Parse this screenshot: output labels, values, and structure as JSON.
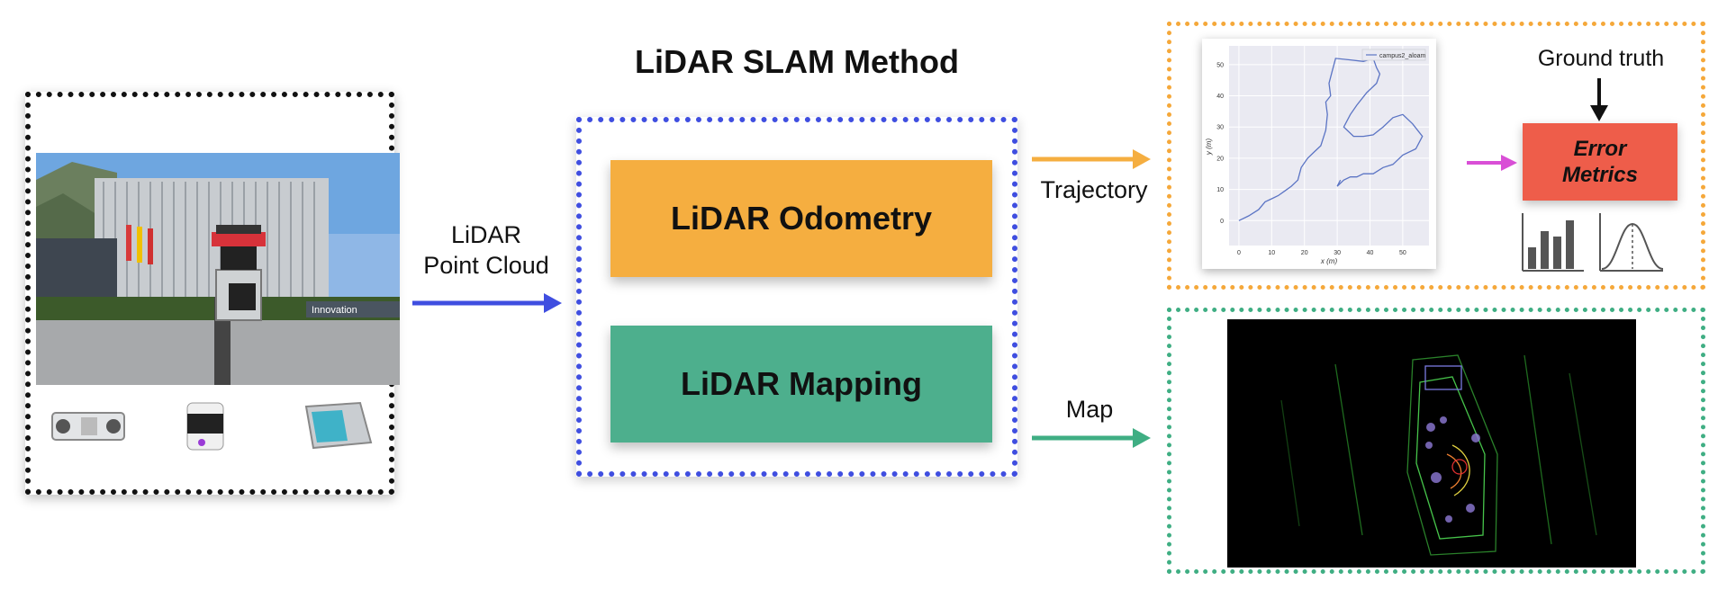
{
  "title": "LiDAR SLAM Method",
  "input": {
    "label_line1": "LiDAR",
    "label_line2": "Point Cloud",
    "banner_text": "Innovation"
  },
  "modules": {
    "odometry": "LiDAR Odometry",
    "mapping": "LiDAR Mapping"
  },
  "outputs": {
    "trajectory": "Trajectory",
    "map": "Map"
  },
  "evaluation": {
    "ground_truth": "Ground truth",
    "error_line1": "Error",
    "error_line2": "Metrics"
  },
  "colors": {
    "input_arrow": "#3f4ee0",
    "trajectory_arrow": "#f5ae40",
    "map_arrow": "#3fae83",
    "gt_arrow": "#111111",
    "metric_arrow": "#d94fd6",
    "odometry_fill": "#f5ae40",
    "mapping_fill": "#4daf8d",
    "error_fill": "#ee5d4a"
  },
  "chart_data": {
    "type": "line",
    "legend": "campus2_aloam",
    "legend_position": "top-right",
    "xlabel": "x (m)",
    "ylabel": "y (m)",
    "xlim": [
      -3,
      58
    ],
    "ylim": [
      -8,
      56
    ],
    "xticks": [
      "0",
      "10",
      "20",
      "30",
      "40",
      "50"
    ],
    "yticks": [
      "0",
      "10",
      "20",
      "30",
      "40",
      "50"
    ],
    "grid": true,
    "series": [
      {
        "name": "campus2_aloam",
        "points": [
          [
            0,
            0
          ],
          [
            3,
            1.5
          ],
          [
            6,
            3.5
          ],
          [
            8,
            6
          ],
          [
            10,
            7
          ],
          [
            12,
            8
          ],
          [
            14,
            9.5
          ],
          [
            16,
            11
          ],
          [
            18,
            13
          ],
          [
            19,
            17
          ],
          [
            21,
            20
          ],
          [
            23,
            22
          ],
          [
            25,
            24
          ],
          [
            26.5,
            29
          ],
          [
            27,
            34
          ],
          [
            26.5,
            38
          ],
          [
            28,
            40
          ],
          [
            27.5,
            44
          ],
          [
            28.5,
            48
          ],
          [
            29.5,
            52
          ],
          [
            34,
            51.5
          ],
          [
            38,
            51
          ],
          [
            41,
            52
          ],
          [
            42,
            49
          ],
          [
            43,
            47
          ],
          [
            42,
            44
          ],
          [
            39,
            41
          ],
          [
            36,
            37
          ],
          [
            34,
            34
          ],
          [
            32,
            30
          ],
          [
            35,
            27
          ],
          [
            38,
            27
          ],
          [
            41,
            27.5
          ],
          [
            44,
            30
          ],
          [
            47,
            33
          ],
          [
            50,
            34
          ],
          [
            53,
            31
          ],
          [
            56,
            27
          ],
          [
            54,
            23
          ],
          [
            50,
            21
          ],
          [
            47,
            18
          ],
          [
            44,
            17
          ],
          [
            41,
            15
          ],
          [
            38,
            15
          ],
          [
            36,
            14
          ],
          [
            34,
            14
          ],
          [
            32,
            13
          ],
          [
            30,
            11
          ],
          [
            31,
            13
          ]
        ]
      }
    ]
  }
}
